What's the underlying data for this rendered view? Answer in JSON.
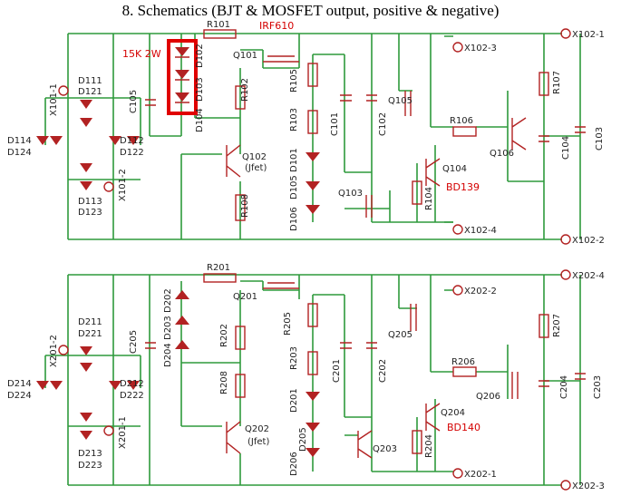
{
  "title": "8. Schematics (BJT & MOSFET output, positive & negative)",
  "annotations": {
    "resistor_note": "15K 2W",
    "upper_mosfet": "IRF610",
    "upper_driver": "BD139",
    "lower_driver": "BD140"
  },
  "upper": {
    "R101": "R101",
    "Q101": "Q101",
    "R102": "R102",
    "Q102": "Q102",
    "Q102_type": "(Jfet)",
    "R108": "R108",
    "R105": "R105",
    "R103": "R103",
    "D101": "D101",
    "D105": "D105",
    "D106": "D106",
    "C101": "C101",
    "C102": "C102",
    "Q105": "Q105",
    "R106": "R106",
    "Q106": "Q106",
    "R107": "R107",
    "C104": "C104",
    "C103": "C103",
    "Q103": "Q103",
    "R104": "R104",
    "Q104": "Q104",
    "C105": "C105",
    "D102": "D102",
    "D103": "D103",
    "D104": "D104",
    "D111": "D111",
    "D121": "D121",
    "D113": "D113",
    "D123": "D123",
    "D112": "D112",
    "D122": "D122",
    "D114": "D114",
    "D124": "D124",
    "X101_1": "X101-1",
    "X101_2": "X101-2",
    "X102_1": "X102-1",
    "X102_2": "X102-2",
    "X102_3": "X102-3",
    "X102_4": "X102-4"
  },
  "lower": {
    "R201": "R201",
    "Q201": "Q201",
    "R202": "R202",
    "R208": "R208",
    "Q202": "Q202",
    "Q202_type": "(Jfet)",
    "R205": "R205",
    "R203": "R203",
    "D201": "D201",
    "D205": "D205",
    "D206": "D206",
    "C201": "C201",
    "C202": "C202",
    "Q205": "Q205",
    "R206": "R206",
    "Q206": "Q206",
    "R207": "R207",
    "C204": "C204",
    "C203": "C203",
    "Q203": "Q203",
    "R204": "R204",
    "Q204": "Q204",
    "C205": "C205",
    "D202": "D202",
    "D203": "D203",
    "D204": "D204",
    "D211": "D211",
    "D221": "D221",
    "D213": "D213",
    "D223": "D223",
    "D212": "D212",
    "D222": "D222",
    "D214": "D214",
    "D224": "D224",
    "X201_1": "X201-1",
    "X201_2": "X201-2",
    "X202_1": "X202-1",
    "X202_2": "X202-2",
    "X202_3": "X202-3",
    "X202_4": "X202-4"
  }
}
